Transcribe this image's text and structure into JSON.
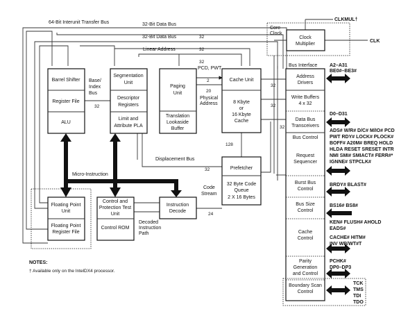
{
  "buses": {
    "interunit": "64-Bit Interunit Transfer Bus",
    "data_bus_1": "32-Bit Data Bus",
    "data_bus_2": "32-Bit Data Bus",
    "linear_address": "Linear Address",
    "base_index": [
      "Base/",
      "Index",
      "Bus"
    ],
    "pcd_pwt": "PCD, PWT",
    "physical_address": [
      "Physical",
      "Address"
    ],
    "displacement": "Displacement Bus",
    "micro_instruction": "Micro-Instruction",
    "code_stream": [
      "Code",
      "Stream"
    ],
    "decoded_path": [
      "Decoded",
      "Instruction",
      "Path"
    ],
    "bus_interface": "Bus Interface",
    "core_clock": [
      "Core",
      "Clock"
    ]
  },
  "widths": {
    "w32": "32",
    "w2": "2",
    "w20": "20",
    "w128": "128",
    "w24": "24"
  },
  "blocks": {
    "barrel_shifter": "Barrel Shifter",
    "register_file": "Register File",
    "alu": "ALU",
    "segmentation": [
      "Segmentation",
      "Unit"
    ],
    "descriptor": [
      "Descriptor",
      "Registers"
    ],
    "limit_pla": [
      "Limit and",
      "Attribute PLA"
    ],
    "paging": [
      "Paging",
      "Unit"
    ],
    "tlb": [
      "Translation",
      "Lookaside",
      "Buffer"
    ],
    "cache_unit": "Cache Unit",
    "cache": [
      "8 Kbyte",
      "or",
      "16 Kbyte",
      "Cache"
    ],
    "clock_multiplier": [
      "Clock",
      "Multiplier"
    ],
    "address_drivers": [
      "Address",
      "Drivers"
    ],
    "write_buffers": [
      "Write Buffers",
      "4 x 32"
    ],
    "data_transceivers": [
      "Data Bus",
      "Transceivers"
    ],
    "bus_control": "Bus Control",
    "request_sequencer": [
      "Request",
      "Sequencer"
    ],
    "burst_bus": [
      "Burst Bus",
      "Control"
    ],
    "bus_size": [
      "Bus Size",
      "Control"
    ],
    "cache_control": [
      "Cache",
      "Control"
    ],
    "parity": [
      "Parity",
      "Generation",
      "and Control"
    ],
    "boundary_scan": [
      "Boundary Scan",
      "Control"
    ],
    "prefetcher": "Prefetcher",
    "code_queue": [
      "32 Byte Code",
      "Queue",
      "2 X 16 Bytes"
    ],
    "instruction_decode": [
      "Instruction",
      "Decode"
    ],
    "control_protection": [
      "Control and",
      "Protection Test",
      "Unit"
    ],
    "control_rom": "Control ROM",
    "fpu": [
      "Floating Point",
      "Unit"
    ],
    "fp_register_file": [
      "Floating Point",
      "Register File"
    ]
  },
  "signals": {
    "clkmul": "CLKMUL†",
    "clk": "CLK",
    "address": [
      "A2–A31",
      "BE0#–BE3#"
    ],
    "data": "D0–D31",
    "bus_control": [
      "ADS# W/R# D/C# M/IO# PCD",
      "PWT RDY# LOCK# PLOCK#",
      "BOFF# A20M# BREQ HOLD",
      "HLDA RESET SRESET INTR",
      "NMI SMI# SMIACT# FERR#*",
      "IGNNE# STPCLK#"
    ],
    "burst": "BRDY# BLAST#",
    "bus_size": "BS16# BS8#",
    "cache_in": [
      "KEN# FLUSH# AHOLD",
      "EADS#"
    ],
    "cache_out": [
      "CACHE# HITM#",
      "INV WB/WT#T"
    ],
    "parity": [
      "PCHK#",
      "DP0–DP3"
    ],
    "jtag": [
      "TCK",
      "TMS",
      "TDI",
      "TDO"
    ]
  },
  "notes": {
    "title": "NOTES:",
    "note1": "†  Available only on the IntelDX4 processor."
  }
}
